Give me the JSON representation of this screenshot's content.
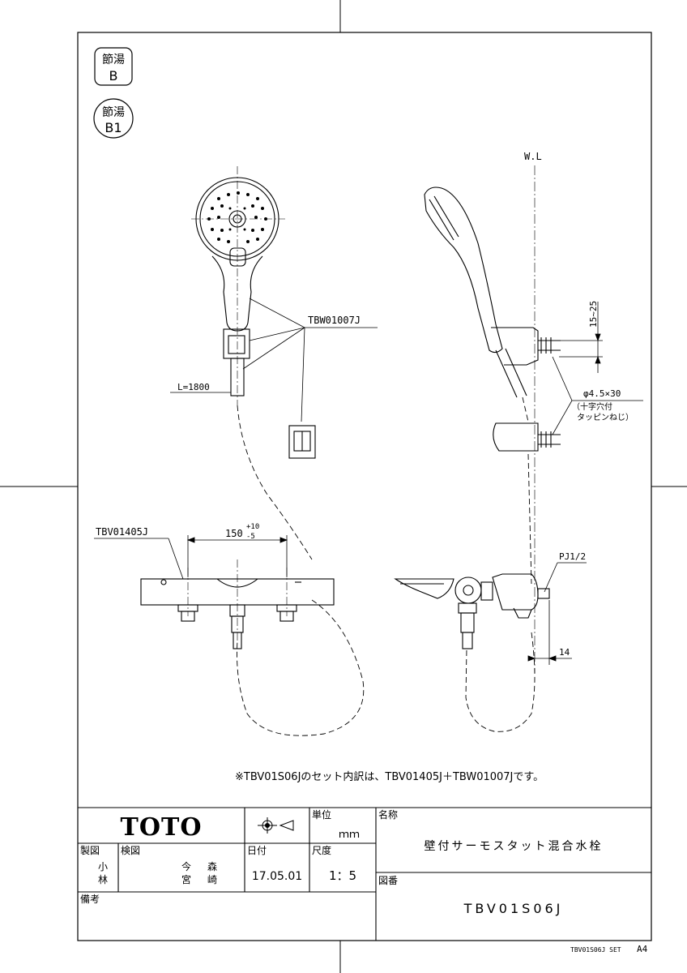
{
  "badges": {
    "b": {
      "line1": "節湯",
      "line2": "B"
    },
    "b1": {
      "line1": "節湯",
      "line2": "B1"
    }
  },
  "drawing": {
    "wl_label": "W.L",
    "shower_label": "TBW01007J",
    "faucet_label": "TBV01405J",
    "hose_length": "L=1800",
    "spacing_base": "150",
    "spacing_tol_plus": "+10",
    "spacing_tol_minus": "-5",
    "dim_15_25": "15~25",
    "screw_spec": "φ4.5×30",
    "screw_note1": "（十字穴付",
    "screw_note2": "タッピンねじ）",
    "pipe_thread": "PJ1/2",
    "dim_14": "14",
    "set_note": "※TBV01S06Jのセット内訳は、TBV01405J＋TBW01007Jです。"
  },
  "title_block": {
    "brand": "TOTO",
    "unit_label": "単位",
    "unit_value": "ｍｍ",
    "name_label": "名称",
    "name_value": "壁付サーモスタット混合水栓",
    "made_label": "製図",
    "made_1": "小",
    "made_2": "林",
    "check_label": "検図",
    "check_1a": "今",
    "check_1b": "森",
    "check_2a": "宮",
    "check_2b": "崎",
    "date_label": "日付",
    "date_value": "17.05.01",
    "scale_label": "尺度",
    "scale_value": "1：5",
    "number_label": "図番",
    "number_value": "TBV01S06J",
    "remarks_label": "備考"
  },
  "footer": {
    "set_code": "TBV01S06J SET",
    "paper": "A4"
  }
}
